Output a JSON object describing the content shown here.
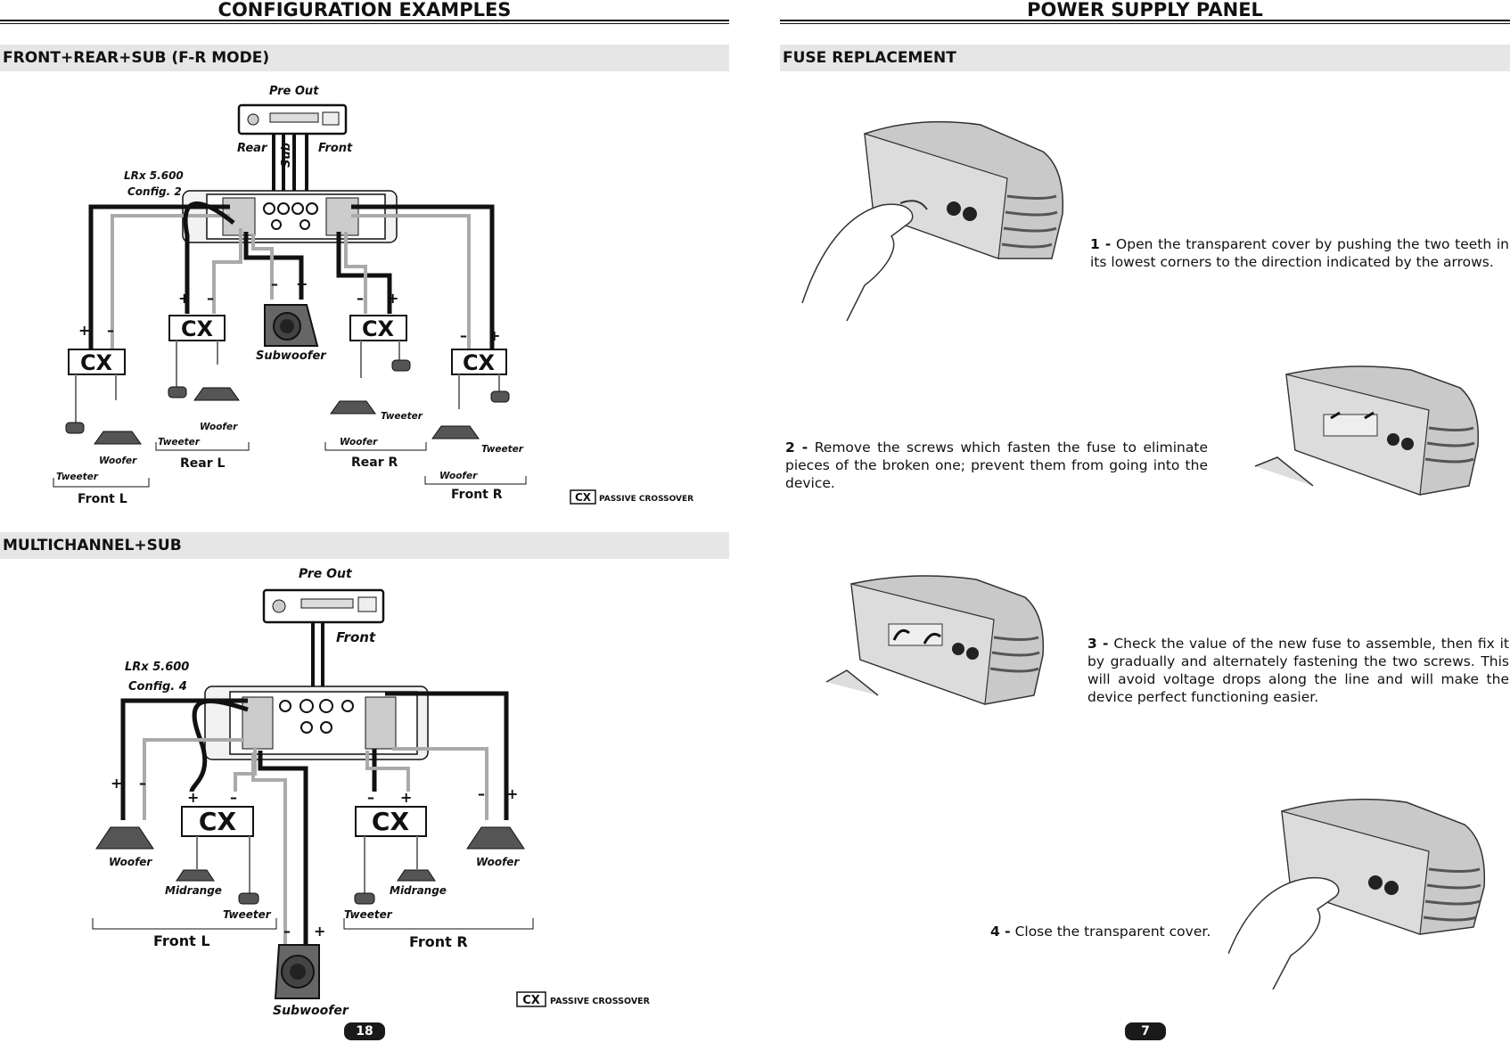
{
  "left_page": {
    "title": "CONFIGURATION EXAMPLES",
    "section1": {
      "heading": "FRONT+REAR+SUB (F-R MODE)",
      "pre_out": "Pre Out",
      "rear": "Rear",
      "sub": "Sub",
      "front": "Front",
      "amp_model": "LRx 5.600",
      "amp_config": "Config. 2",
      "cx": "CX",
      "subwoofer": "Subwoofer",
      "woofer": "Woofer",
      "tweeter": "Tweeter",
      "front_l": "Front L",
      "rear_l": "Rear L",
      "rear_r": "Rear R",
      "front_r": "Front R",
      "legend_cx": "CX",
      "legend_text": "PASSIVE CROSSOVER",
      "plus": "+",
      "minus": "–"
    },
    "section2": {
      "heading": "MULTICHANNEL+SUB",
      "pre_out": "Pre Out",
      "front": "Front",
      "amp_model": "LRx 5.600",
      "amp_config": "Config. 4",
      "cx": "CX",
      "woofer": "Woofer",
      "midrange": "Midrange",
      "tweeter": "Tweeter",
      "front_l": "Front L",
      "front_r": "Front R",
      "subwoofer": "Subwoofer",
      "legend_cx": "CX",
      "legend_text": "PASSIVE CROSSOVER",
      "plus": "+",
      "minus": "–"
    },
    "page_number": "18"
  },
  "right_page": {
    "title": "POWER SUPPLY PANEL",
    "section": {
      "heading": "FUSE REPLACEMENT"
    },
    "steps": [
      {
        "num": "1 -",
        "text": "Open the transparent cover by pushing the two teeth in its lowest corners to the direction indicated by the arrows."
      },
      {
        "num": "2 -",
        "text": "Remove the screws which fasten the fuse to eliminate pieces of the broken one; prevent them from going into the device."
      },
      {
        "num": "3 -",
        "text": "Check the value of the new fuse to assemble, then fix it by gradually and alternately fastening the two screws. This will avoid voltage drops along the line and will make the device perfect functioning easier."
      },
      {
        "num": "4 -",
        "text": "Close the transparent cover."
      }
    ],
    "page_number": "7"
  }
}
